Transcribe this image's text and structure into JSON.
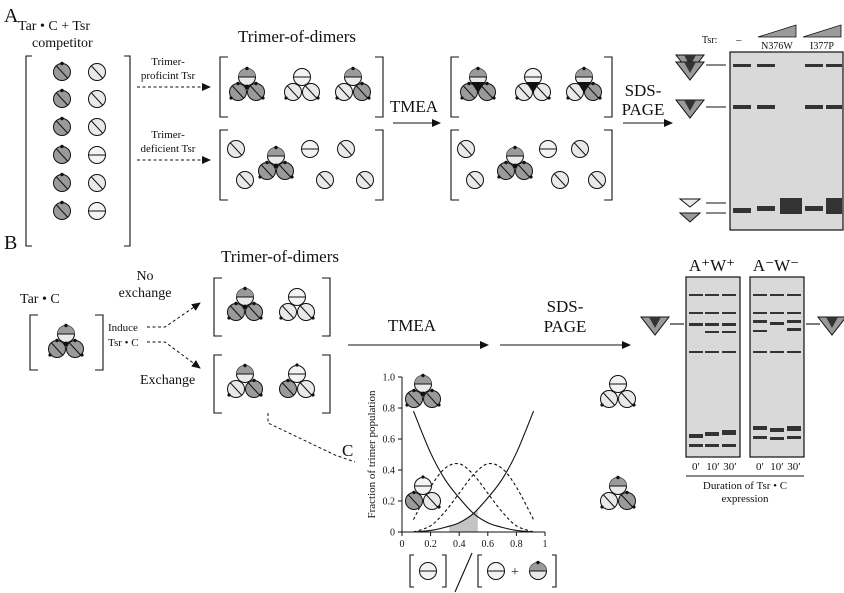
{
  "panel_a": {
    "letter": "A",
    "start_line1": "Tar • C + Tsr",
    "start_line2": "competitor",
    "trimer_heading": "Trimer-of-dimers",
    "proficient_line1": "Trimer-",
    "proficient_line2": "proficint Tsr",
    "deficient_line1": "Trimer-",
    "deficient_line2": "deficient Tsr",
    "tmea": "TMEA",
    "sds_line1": "SDS-",
    "sds_line2": "PAGE",
    "gel_tsr": "Tsr:",
    "gel_dash": "–",
    "gel_lane1": "N376W",
    "gel_lane2": "I377P"
  },
  "panel_b": {
    "letter": "B",
    "start": "Tar • C",
    "trimer_heading": "Trimer-of-dimers",
    "no_exchange_line1": "No",
    "no_exchange_line2": "exchange",
    "exchange": "Exchange",
    "induce_line1": "Induce",
    "induce_line2": "Tsr • C",
    "tmea": "TMEA",
    "sds_line1": "SDS-",
    "sds_line2": "PAGE",
    "c_label": "C",
    "gel1_title": "A⁺W⁺",
    "gel2_title": "A⁻W⁻",
    "lanes": [
      "0′",
      "10′",
      "30′"
    ],
    "caption_line1": "Duration of Tsr • C",
    "caption_line2": "expression"
  },
  "chart_data": {
    "type": "line",
    "xlabel": "",
    "ylabel": "Fraction of trimer population",
    "xlim": [
      0,
      1
    ],
    "ylim": [
      0,
      1
    ],
    "xticks": [
      "0",
      "0.2",
      "0.4",
      "0.6",
      "0.8",
      "1"
    ],
    "yticks": [
      "0",
      "0.2",
      "0.4",
      "0.6",
      "0.8",
      "1.0"
    ],
    "x": [
      0.08,
      0.2,
      0.3,
      0.4,
      0.5,
      0.6,
      0.7,
      0.8,
      0.92
    ],
    "series": [
      {
        "style": "solid",
        "values": [
          0.78,
          0.51,
          0.34,
          0.22,
          0.12,
          0.06,
          0.03,
          0.01,
          0.0
        ]
      },
      {
        "style": "dashed",
        "values": [
          0.08,
          0.29,
          0.41,
          0.44,
          0.37,
          0.25,
          0.13,
          0.04,
          0.0
        ]
      },
      {
        "style": "dashed",
        "values": [
          0.0,
          0.04,
          0.13,
          0.25,
          0.37,
          0.44,
          0.41,
          0.29,
          0.08
        ]
      },
      {
        "style": "solid",
        "values": [
          0.0,
          0.01,
          0.03,
          0.06,
          0.12,
          0.22,
          0.34,
          0.51,
          0.78
        ]
      }
    ],
    "shaded_region": {
      "x": [
        0.33,
        0.53
      ],
      "color": "#c4c4c4"
    },
    "grid": false
  }
}
